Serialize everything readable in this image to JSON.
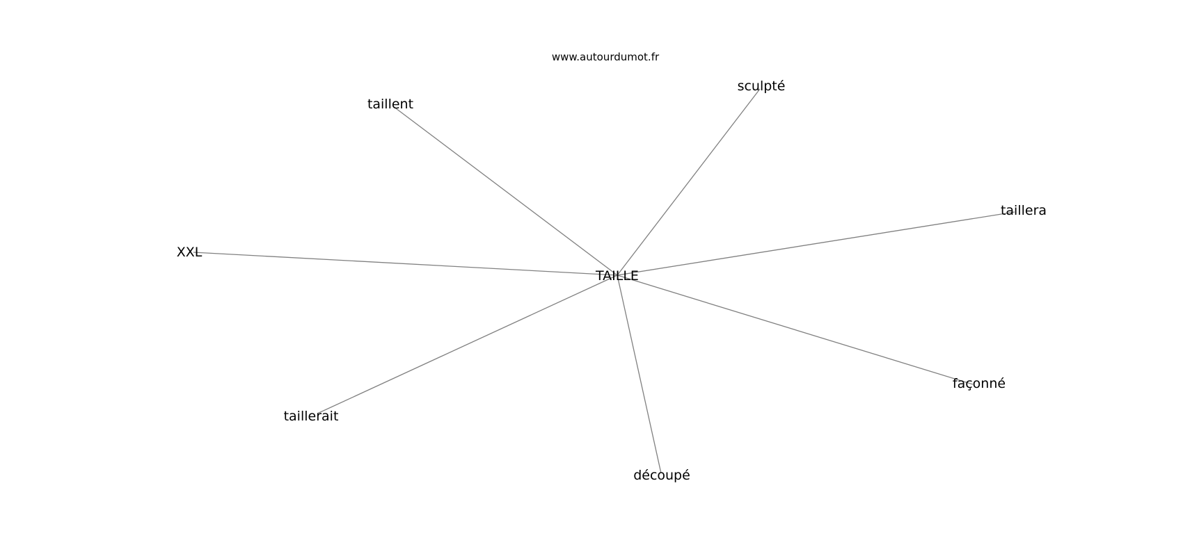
{
  "watermark": "www.autourdumot.fr",
  "graph": {
    "center": {
      "label": "TAILLE"
    },
    "neighbors": [
      {
        "label": "sculpté"
      },
      {
        "label": "taillent"
      },
      {
        "label": "taillera"
      },
      {
        "label": "XXL"
      },
      {
        "label": "façonné"
      },
      {
        "label": "taillerait"
      },
      {
        "label": "découpé"
      }
    ]
  },
  "colors": {
    "edge": "#808080",
    "text": "#000000",
    "background": "#ffffff"
  }
}
